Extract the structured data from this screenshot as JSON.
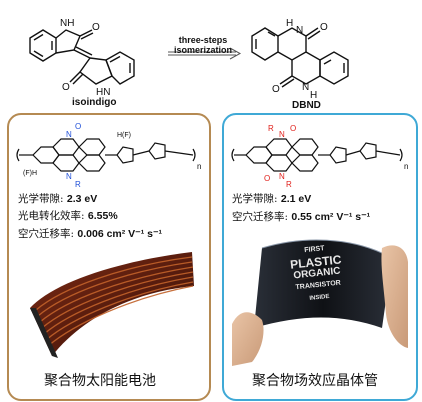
{
  "top": {
    "left_molecule": "isoindigo",
    "right_molecule": "DBND",
    "arrow_line1": "three-steps",
    "arrow_line2": "isomerization"
  },
  "atoms": {
    "nh": "NH",
    "hn": "HN",
    "o": "O",
    "n": "N",
    "h": "H"
  },
  "left_panel": {
    "border_color": "#b58a52",
    "polymer_labels": {
      "fh": "(F)H",
      "hf": "H(F)",
      "o": "O",
      "r": "R",
      "n1": "N",
      "n2": "N",
      "sub_n": "n"
    },
    "props": [
      {
        "label": "光学带隙:",
        "value": "2.3 eV"
      },
      {
        "label": "光电转化效率:",
        "value": "6.55%"
      },
      {
        "label": "空穴迁移率:",
        "value": "0.006 cm² V⁻¹ s⁻¹"
      }
    ],
    "caption": "聚合物太阳能电池"
  },
  "right_panel": {
    "border_color": "#3fa9d6",
    "polymer_labels": {
      "r_top": "R",
      "r_bot": "R",
      "o_top": "O",
      "o_bot": "O",
      "n_top": "N",
      "n_bot": "N",
      "sub_n": "n"
    },
    "props": [
      {
        "label": "光学带隙:",
        "value": "2.1 eV"
      },
      {
        "label": "空穴迁移率:",
        "value": "0.55 cm² V⁻¹ s⁻¹"
      }
    ],
    "display_lines": [
      "FIRST",
      "PLASTIC",
      "ORGANIC",
      "TRANSISTOR",
      "INSIDE"
    ],
    "caption": "聚合物场效应晶体管"
  },
  "colors": {
    "blue_atom": "#1f4fd8",
    "red_atom": "#e0201b",
    "solar_dark": "#5a1d0e",
    "solar_stripe": "#c2622a"
  }
}
